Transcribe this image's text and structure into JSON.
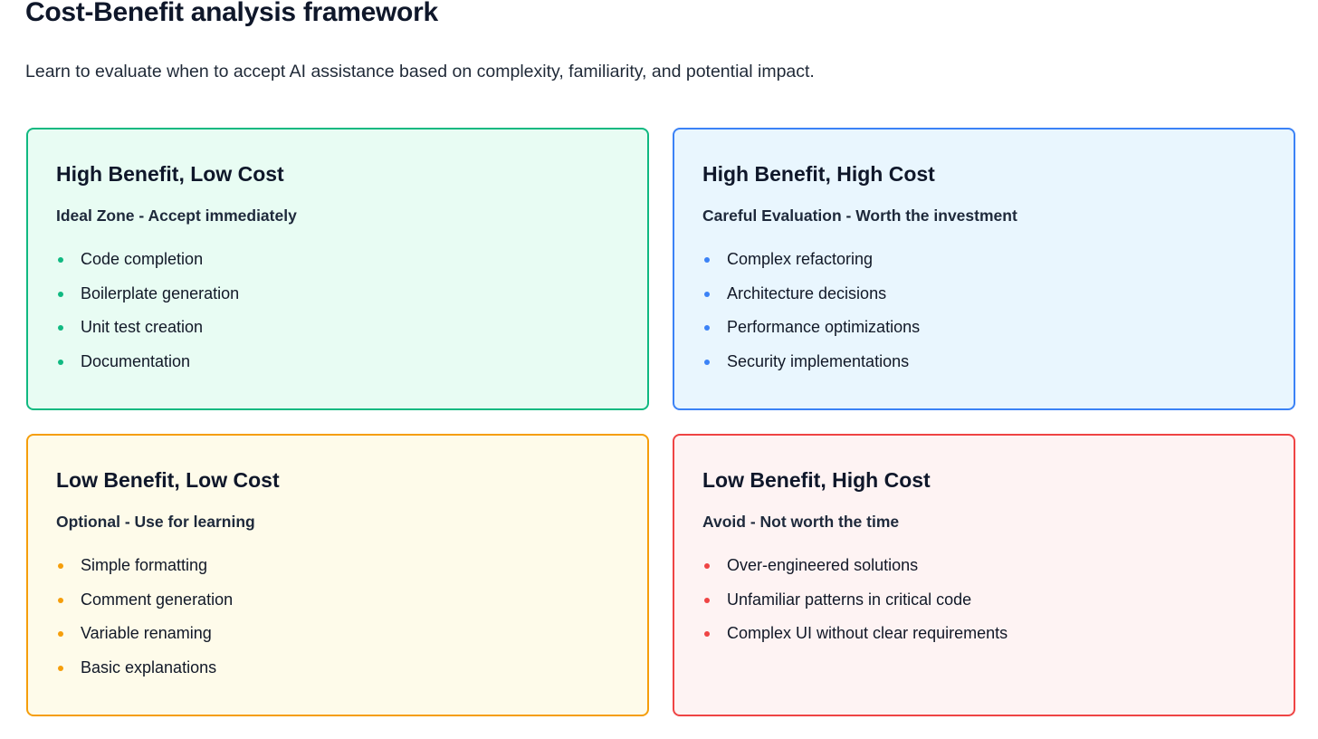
{
  "page": {
    "title": "Cost-Benefit analysis framework",
    "description": "Learn to evaluate when to accept AI assistance based on complexity, familiarity, and potential impact."
  },
  "quadrants": [
    {
      "title": "High Benefit, Low Cost",
      "subtitle": "Ideal Zone - Accept immediately",
      "border": "#10b981",
      "bg": "#e8fcf3",
      "dot": "#10b981",
      "items": [
        "Code completion",
        "Boilerplate generation",
        "Unit test creation",
        "Documentation"
      ]
    },
    {
      "title": "High Benefit, High Cost",
      "subtitle": "Careful Evaluation - Worth the investment",
      "border": "#3b82f6",
      "bg": "#e9f6fe",
      "dot": "#3b82f6",
      "items": [
        "Complex refactoring",
        "Architecture decisions",
        "Performance optimizations",
        "Security implementations"
      ]
    },
    {
      "title": "Low Benefit, Low Cost",
      "subtitle": "Optional - Use for learning",
      "border": "#f59e0b",
      "bg": "#fefbea",
      "dot": "#f59e0b",
      "items": [
        "Simple formatting",
        "Comment generation",
        "Variable renaming",
        "Basic explanations"
      ]
    },
    {
      "title": "Low Benefit, High Cost",
      "subtitle": "Avoid - Not worth the time",
      "border": "#ef4444",
      "bg": "#fef3f3",
      "dot": "#ef4444",
      "items": [
        "Over-engineered solutions",
        "Unfamiliar patterns in critical code",
        "Complex UI without clear requirements"
      ]
    }
  ]
}
